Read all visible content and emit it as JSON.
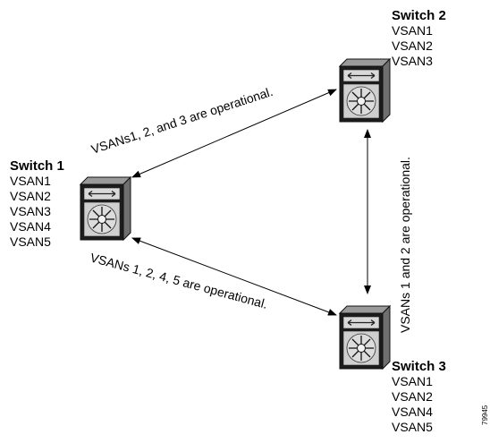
{
  "switches": [
    {
      "id": "sw1",
      "name": "Switch 1",
      "vsans": [
        "VSAN1",
        "VSAN2",
        "VSAN3",
        "VSAN4",
        "VSAN5"
      ]
    },
    {
      "id": "sw2",
      "name": "Switch 2",
      "vsans": [
        "VSAN1",
        "VSAN2",
        "VSAN3"
      ]
    },
    {
      "id": "sw3",
      "name": "Switch 3",
      "vsans": [
        "VSAN1",
        "VSAN2",
        "VSAN4",
        "VSAN5"
      ]
    }
  ],
  "links": {
    "sw1_sw2": "VSANs1, 2, and 3 are operational.",
    "sw1_sw3": "VSANs 1, 2, 4, 5 are operational.",
    "sw2_sw3": "VSANs 1 and 2 are operational."
  },
  "figure_id": "79945"
}
